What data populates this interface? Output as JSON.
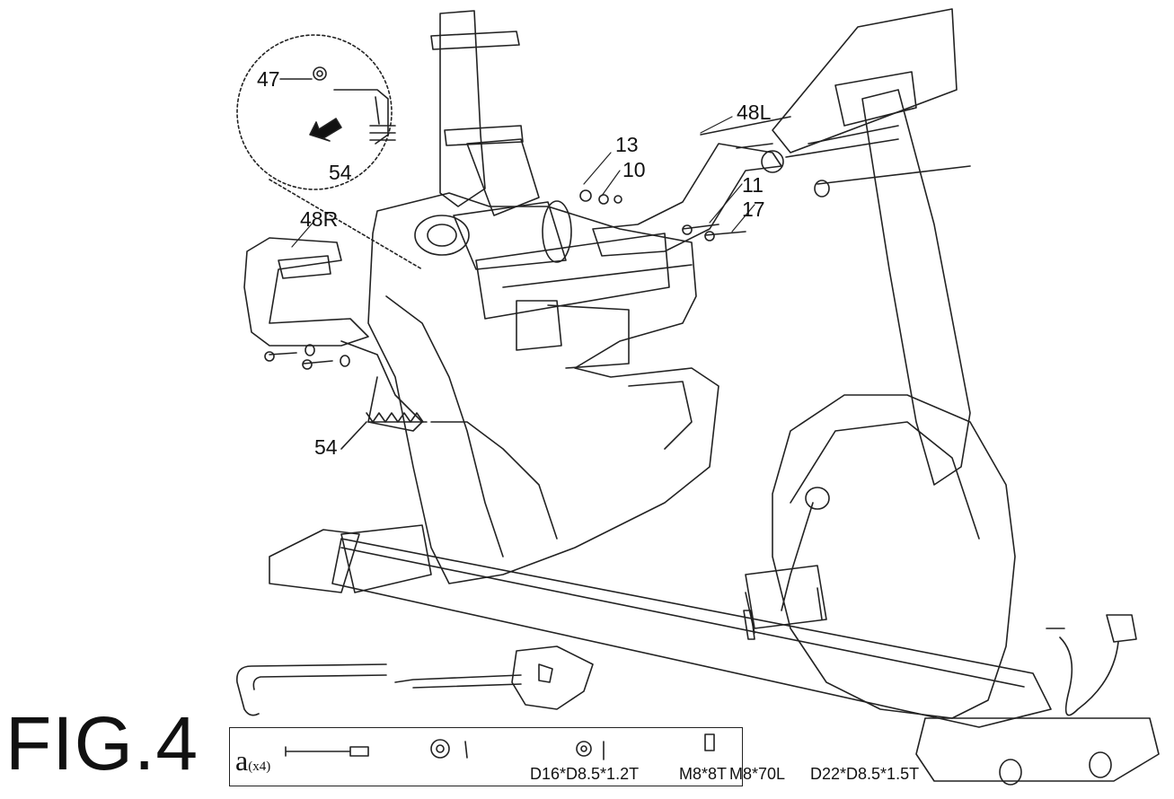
{
  "figure_label": "FIG.4",
  "callouts": {
    "p47": "47",
    "p54_detail": "54",
    "p48L": "48L",
    "p13": "13",
    "p10": "10",
    "p11": "11",
    "p17": "17",
    "p48R": "48R",
    "p54_spring": "54"
  },
  "hardware": {
    "prefix": "a",
    "quantity": "(x4)",
    "specs": [
      "D16*D8.5*1.2T",
      "M8*8T",
      "M8*70L",
      "D22*D8.5*1.5T"
    ]
  }
}
